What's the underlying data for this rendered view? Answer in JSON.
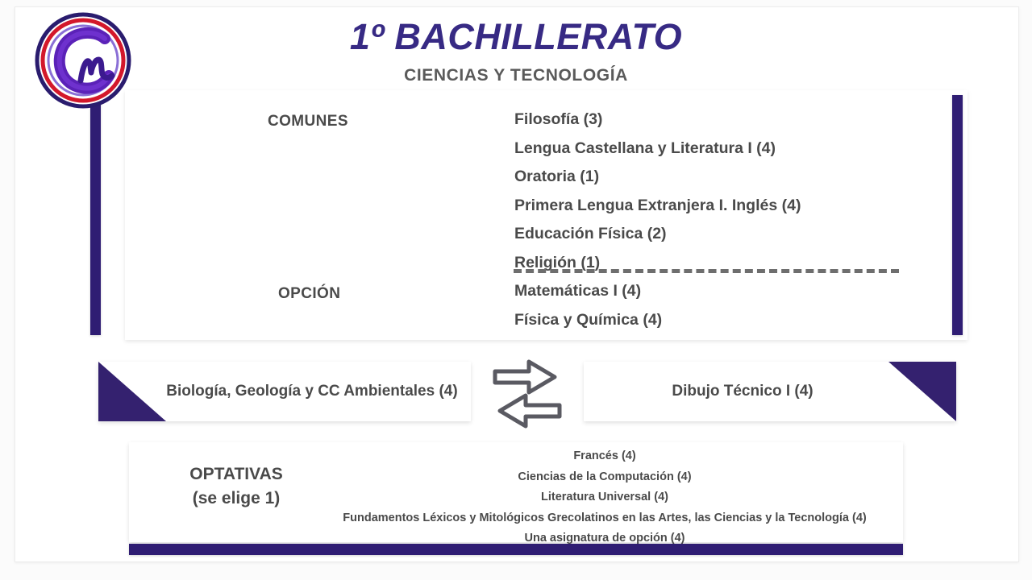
{
  "header": {
    "title": "1º BACHILLERATO",
    "subtitle": "CIENCIAS Y TECNOLOGÍA",
    "logo_alt": "CM"
  },
  "colors": {
    "title_purple": "#372a84",
    "bar_purple": "#2f1d73",
    "triangle_purple": "#34216f",
    "text_gray": "#4a4a4a",
    "subtitle_gray": "#5a5a5a",
    "arrow_gray": "#5a5a62"
  },
  "main_panel": {
    "comunes_label": "COMUNES",
    "opcion_label": "OPCIÓN",
    "comunes_subjects": [
      "Filosofía (3)",
      "Lengua Castellana y Literatura I (4)",
      "Oratoria (1)",
      "Primera Lengua Extranjera I. Inglés (4)",
      "Educación Física (2)",
      "Religión (1)"
    ],
    "opcion_subjects": [
      "Matemáticas I (4)",
      "Física y Química (4)"
    ]
  },
  "modalidad": {
    "left_card": "Biología, Geología y CC Ambientales (4)",
    "right_card": "Dibujo Técnico I (4)",
    "arrow_right": "arrow-right-icon",
    "arrow_left": "arrow-left-icon"
  },
  "optativas": {
    "label_line1": "OPTATIVAS",
    "label_line2": "(se elige 1)",
    "items": [
      "Francés (4)",
      "Ciencias de la Computación (4)",
      "Literatura Universal (4)",
      "Fundamentos Léxicos y Mitológicos Grecolatinos en las Artes, las Ciencias y la Tecnología (4)",
      "Una asignatura de opción (4)"
    ]
  }
}
